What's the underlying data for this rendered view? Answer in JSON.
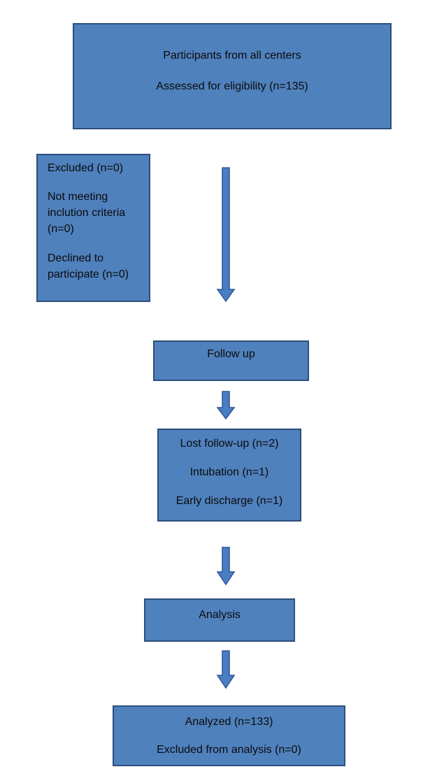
{
  "diagram": {
    "colors": {
      "box_fill": "#4f81bd",
      "box_border": "#2c4f7c",
      "arrow_fill": "#4a7ec2",
      "arrow_border": "#2f5597",
      "text": "#0b0b0b"
    },
    "enrollment": {
      "line1": "Participants from all centers",
      "line2": "Assessed for eligibility (n=135)"
    },
    "excluded": {
      "title": "Excluded (n=0)",
      "reason1_line1": "Not meeting",
      "reason1_line2": "inclution criteria",
      "reason1_line3": "(n=0)",
      "reason2_line1": "Declined to",
      "reason2_line2": "participate (n=0)"
    },
    "follow_up": {
      "label": "Follow up"
    },
    "lost": {
      "line1": "Lost follow-up (n=2)",
      "line2": "Intubation (n=1)",
      "line3": "Early discharge (n=1)"
    },
    "analysis": {
      "label": "Analysis"
    },
    "analyzed": {
      "line1": "Analyzed (n=133)",
      "line2": "Excluded from analysis (n=0)"
    }
  }
}
